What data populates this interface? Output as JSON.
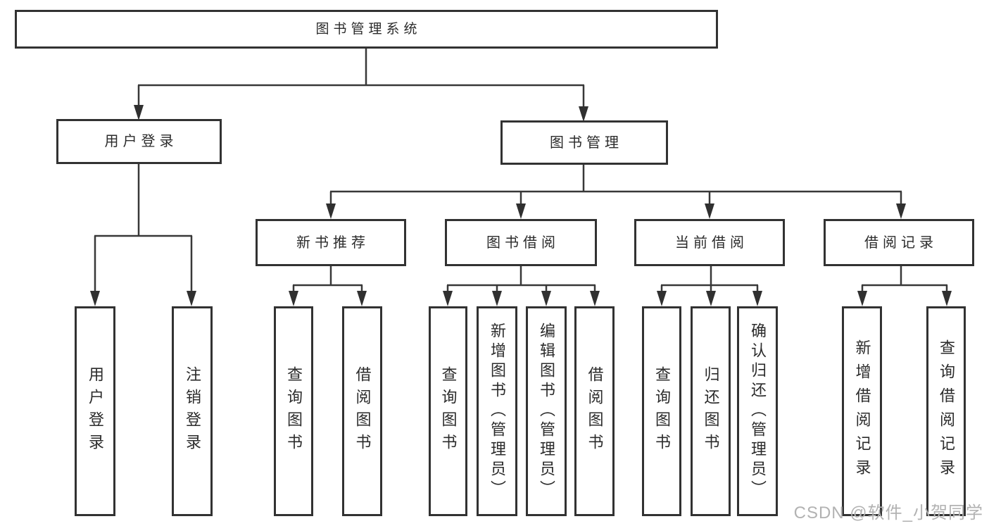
{
  "diagram": {
    "root": {
      "label": "图书管理系统"
    },
    "branches": [
      {
        "label": "用户登录",
        "children": [
          {
            "label": "用户登录"
          },
          {
            "label": "注销登录"
          }
        ]
      },
      {
        "label": "图书管理",
        "children": [
          {
            "label": "新书推荐",
            "children": [
              {
                "label": "查询图书"
              },
              {
                "label": "借阅图书"
              }
            ]
          },
          {
            "label": "图书借阅",
            "children": [
              {
                "label": "查询图书"
              },
              {
                "label": "新增图书（管理员）"
              },
              {
                "label": "编辑图书（管理员）"
              },
              {
                "label": "借阅图书"
              }
            ]
          },
          {
            "label": "当前借阅",
            "children": [
              {
                "label": "查询图书"
              },
              {
                "label": "归还图书"
              },
              {
                "label": "确认归还（管理员）"
              }
            ]
          },
          {
            "label": "借阅记录",
            "children": [
              {
                "label": "新增借阅记录"
              },
              {
                "label": "查询借阅记录"
              }
            ]
          }
        ]
      }
    ],
    "colors": {
      "box_border": "#323232",
      "line": "#383838",
      "text": "#2b2b2b",
      "watermark": "#b2b2b2",
      "background": "#ffffff"
    }
  },
  "watermark": {
    "label": "CSDN @软件_小贺同学"
  }
}
